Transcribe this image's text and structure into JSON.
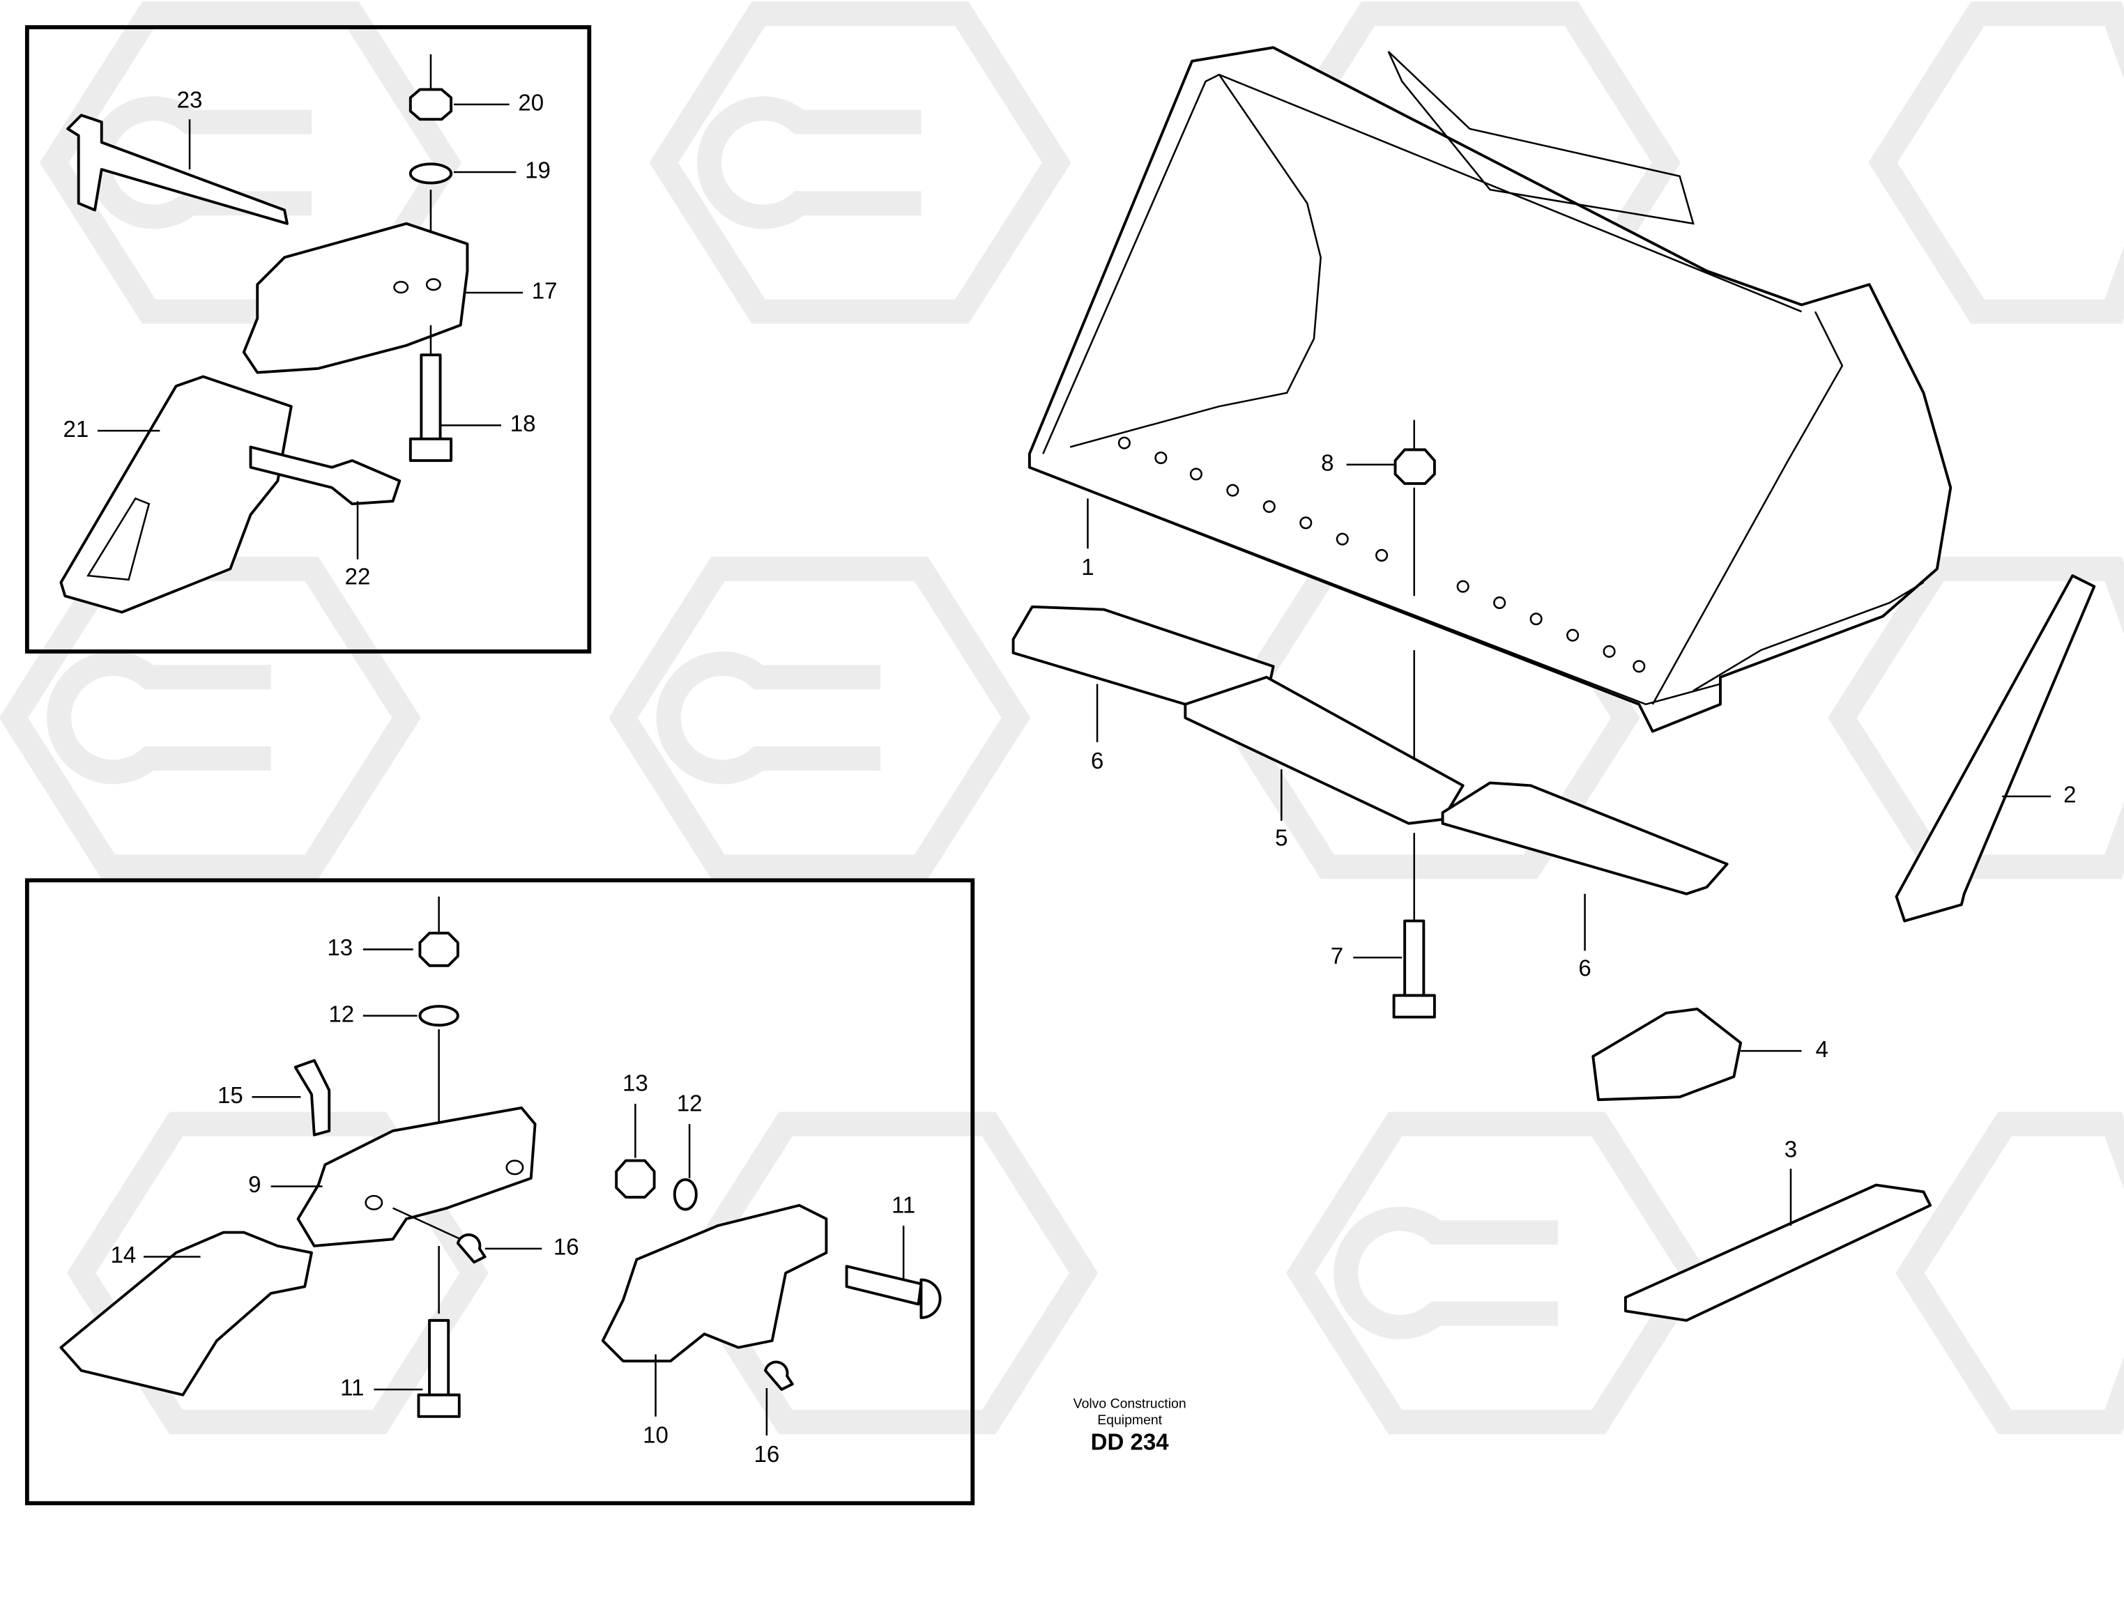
{
  "title": "Bucket cutting edge and teeth parts diagram",
  "callouts": {
    "box1": [
      "23",
      "20",
      "19",
      "17",
      "21",
      "18",
      "22"
    ],
    "main": [
      "8",
      "1",
      "6",
      "5",
      "7",
      "6",
      "2",
      "4",
      "3"
    ],
    "box2": [
      "13",
      "12",
      "15",
      "9",
      "14",
      "16",
      "11",
      "13",
      "12",
      "11",
      "10",
      "16"
    ]
  },
  "footer": {
    "company_line1": "Volvo Construction",
    "company_line2": "Equipment",
    "drawing_id": "DD 234"
  },
  "watermark": "Volvo logo"
}
